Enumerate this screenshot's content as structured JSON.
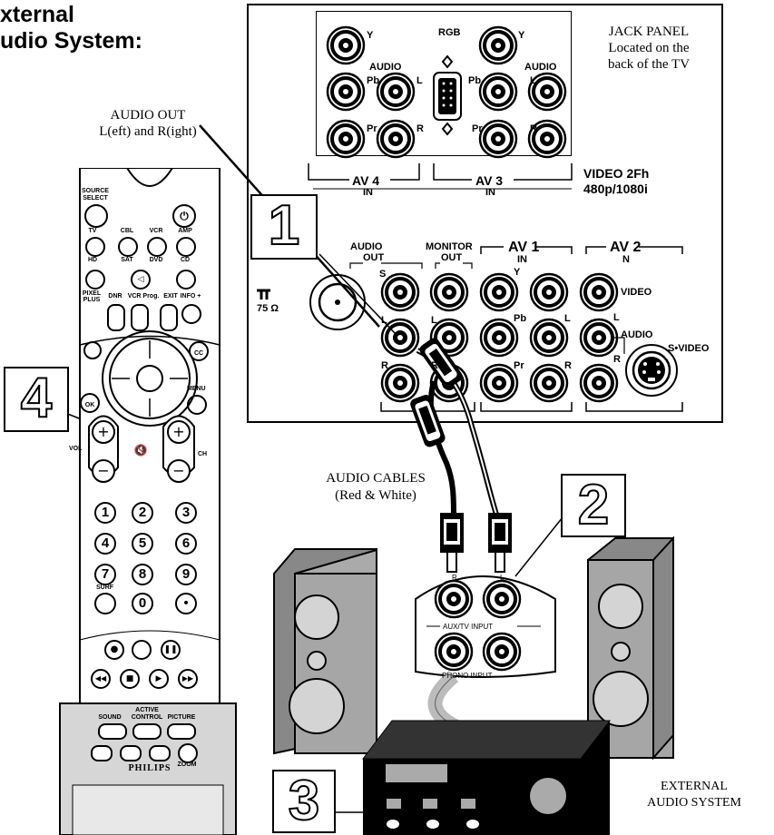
{
  "title": {
    "line1": "xternal",
    "line2": "udio System:"
  },
  "jack_panel": {
    "title": "JACK PANEL",
    "line2": "Located on the",
    "line3": "back of the TV",
    "y": "Y",
    "rgb": "RGB",
    "audio": "AUDIO",
    "pb": "Pb",
    "pr": "Pr",
    "l": "L",
    "r": "R",
    "av4": "AV 4",
    "av3": "AV 3",
    "in": "IN",
    "video2fh": "VIDEO 2Fh",
    "video2fh_res": "480p/1080i",
    "audio_out": "AUDIO",
    "audio_out2": "OUT",
    "s": "S",
    "monitor": "MONITOR",
    "monitor_out": "OUT",
    "av1": "AV 1",
    "av1_in": "IN",
    "av2": "AV 2",
    "n": "N",
    "video": "VIDEO",
    "audio_lbl": "AUDIO",
    "svideo": "S•VIDEO",
    "ohm": "75 Ω"
  },
  "labels": {
    "audio_out_1": "AUDIO OUT",
    "audio_out_2": "L(eft) and R(ight)",
    "cables_1": "AUDIO CABLES",
    "cables_2": "(Red & White)",
    "ext_1": "EXTERNAL",
    "ext_2": "AUDIO SYSTEM"
  },
  "steps": {
    "s1": "1",
    "s2": "2",
    "s3": "3",
    "s4": "4"
  },
  "remote": {
    "source": "SOURCE",
    "select": "SELECT",
    "tv": "TV",
    "cbl": "CBL",
    "vcr": "VCR",
    "amp": "AMP",
    "hd": "HD",
    "sat": "SAT",
    "dvd": "DVD",
    "cd": "CD",
    "pixel": "PIXEL",
    "plus": "PLUS",
    "dnr": "DNR",
    "vcrprog": "VCR Prog.",
    "exit": "EXIT",
    "info": "INFO +",
    "cc": "CC",
    "ok": "OK",
    "menu": "MENU",
    "vol": "VOL",
    "ch": "CH",
    "surf": "SURF",
    "plus_sign": "+",
    "minus_sign": "−",
    "digits": [
      "1",
      "2",
      "3",
      "4",
      "5",
      "6",
      "7",
      "8",
      "9",
      "0"
    ],
    "sound": "SOUND",
    "active": "ACTIVE",
    "control": "CONTROL",
    "picture": "PICTURE",
    "zoom": "ZOOM",
    "brand": "PHILIPS"
  },
  "stereo": {
    "r": "R",
    "l": "L",
    "aux": "AUX/TV INPUT",
    "phono": "PHONO INPUT"
  }
}
